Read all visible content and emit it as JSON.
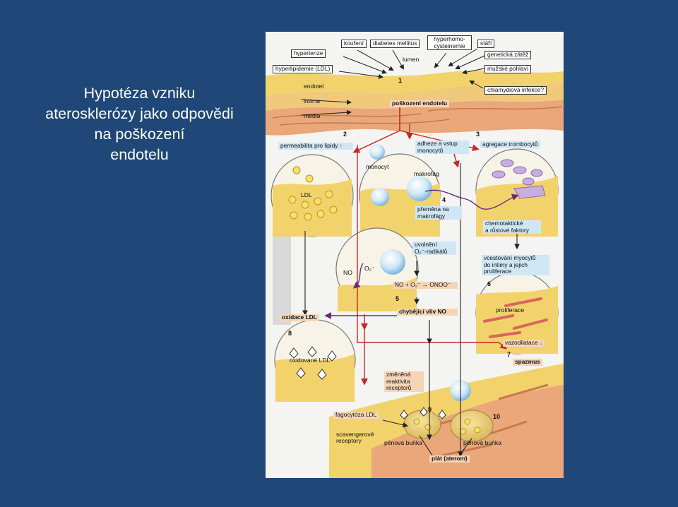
{
  "slide": {
    "title_lines": [
      "Hypotéza vzniku",
      "aterosklerózy jako odpovědi",
      "na poškození",
      "endotelu"
    ]
  },
  "colors": {
    "background": "#1f4778",
    "title_text": "#ffffff",
    "endothelium": "#f2d36b",
    "intima": "#f1c97a",
    "media": "#e9a77a",
    "arrow_red": "#c62828",
    "arrow_purple": "#6a2a7a",
    "label_blue": "#cfe6f5",
    "label_peach": "#f6d5b6"
  },
  "diagram": {
    "risk_factors": {
      "hypertenze": "hypertenze",
      "koureni": "kouření",
      "diabetes": "diabetes mellitus",
      "hyperhomo_1": "hyperhomo-",
      "hyperhomo_2": "cysteinemie",
      "stari": "stáří",
      "hyperlipidemie": "hyperlipidemie (LDL)",
      "geneticka": "genetická zátěž",
      "muzske": "mužské pohlaví",
      "chlamydiova": "chlamydiová infekce?"
    },
    "layers": {
      "lumen": "lumen",
      "endotel": "endotel",
      "intima": "intima",
      "media": "media"
    },
    "steps": {
      "n1": "1",
      "n2": "2",
      "n3": "3",
      "n4": "4",
      "n5": "5",
      "n6": "6",
      "n7": "7",
      "n8": "8",
      "n9": "9",
      "n10": "10"
    },
    "boxes": {
      "poskozeni": "poškození endotelu",
      "permeabilita": "permeabilita pro lipidy",
      "adheze_1": "adheze a vstup",
      "adheze_2": "monocytů",
      "agregace": "agregace trombocytů",
      "premena_1": "přeměna na",
      "premena_2": "makrofágy",
      "chemotakticke_1": "chemotaktické",
      "chemotakticke_2": "a růstové faktory",
      "uvolneni_1": "uvolnění",
      "uvolneni_2": "O₂⁻-radikálů",
      "vcestovani_1": "vcestování myocytů",
      "vcestovani_2": "do intimy a jejich",
      "vcestovani_3": "proliferace",
      "reakce": "NO + O₂⁻ → ONOO⁻",
      "chybejici": "chybějící vliv NO",
      "oxidace": "oxidace LDL",
      "vazodilatace": "vazodilatace",
      "spazmus": "spazmus",
      "zmenena_1": "změněná",
      "zmenena_2": "reaktivita",
      "zmenena_3": "receptorů",
      "fagocytoza": "fagocytóza LDL",
      "plat": "plát (aterom)"
    },
    "inner_labels": {
      "monocyt": "monocyt",
      "makrofag": "makrofág",
      "ldl": "LDL",
      "no": "NO",
      "o2": "O₂⁻",
      "proliferace": "proliferace",
      "oxidovane": "oxidované LDL",
      "scav_1": "scavengerové",
      "scav_2": "receptory",
      "penova_1": "pěnová buňka",
      "penova_2": "pěnová buňka"
    }
  }
}
